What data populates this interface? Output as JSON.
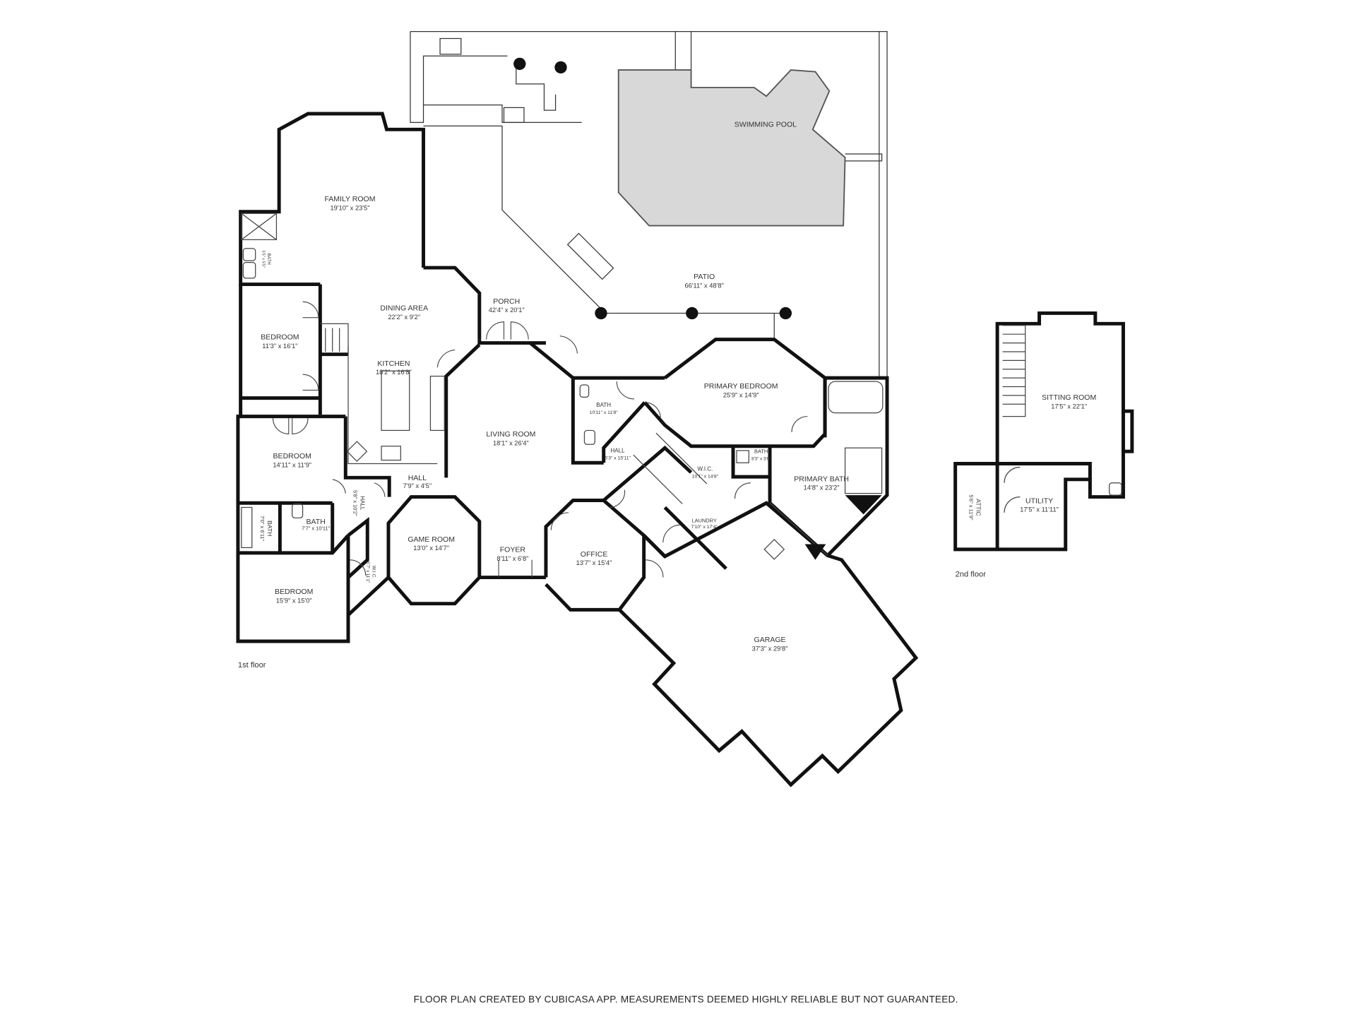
{
  "floors": {
    "first": "1st floor",
    "second": "2nd floor"
  },
  "rooms": {
    "swimming_pool": {
      "name": "SWIMMING POOL"
    },
    "family_room": {
      "name": "FAMILY ROOM",
      "dim": "19'10\" x 23'5\""
    },
    "patio": {
      "name": "PATIO",
      "dim": "66'11\" x 48'8\""
    },
    "porch": {
      "name": "PORCH",
      "dim": "42'4\" x 20'1\""
    },
    "dining_area": {
      "name": "DINING AREA",
      "dim": "22'2\" x 9'2\""
    },
    "kitchen": {
      "name": "KITCHEN",
      "dim": "18'2\" x 16'8\""
    },
    "bedroom_1": {
      "name": "BEDROOM",
      "dim": "11'3\" x 16'1\""
    },
    "bedroom_2": {
      "name": "BEDROOM",
      "dim": "14'11\" x 11'9\""
    },
    "bedroom_3": {
      "name": "BEDROOM",
      "dim": "15'9\" x 15'0\""
    },
    "bath_left": {
      "name": "BATH",
      "dim": "7'0\" x 6'11\""
    },
    "bath_mid": {
      "name": "BATH",
      "dim": "7'7\" x 10'11\""
    },
    "bath_top": {
      "name": "BATH",
      "dim": "5'5\" x 5'5\""
    },
    "hall_small": {
      "name": "HALL",
      "dim": "7'9\" x 4'5\""
    },
    "hall_vertical": {
      "name": "HALL",
      "dim": "5'8\" x 10'2\""
    },
    "wic_left": {
      "name": "W.I.C.",
      "dim": "5'7\" x 11'1\""
    },
    "game_room": {
      "name": "GAME ROOM",
      "dim": "13'0\" x 14'7\""
    },
    "living_room": {
      "name": "LIVING ROOM",
      "dim": "18'1\" x 26'4\""
    },
    "foyer": {
      "name": "FOYER",
      "dim": "8'11\" x 6'8\""
    },
    "office": {
      "name": "OFFICE",
      "dim": "13'7\" x 15'4\""
    },
    "bath_center": {
      "name": "BATH",
      "dim": "10'11\" x 11'8\""
    },
    "hall_center": {
      "name": "HALL",
      "dim": "6'3\" x 15'11\""
    },
    "primary_bedroom": {
      "name": "PRIMARY BEDROOM",
      "dim": "25'9\" x 14'9\""
    },
    "wic_primary": {
      "name": "W.I.C.",
      "dim": "10'1\" x 14'8\""
    },
    "bath_small": {
      "name": "BATH",
      "dim": "8'3\" x 3'6\""
    },
    "primary_bath": {
      "name": "PRIMARY BATH",
      "dim": "14'8\" x 23'2\""
    },
    "laundry": {
      "name": "LAUNDRY",
      "dim": "7'10\" x 17'4\""
    },
    "garage": {
      "name": "GARAGE",
      "dim": "37'3\" x 29'8\""
    },
    "sitting_room": {
      "name": "SITTING ROOM",
      "dim": "17'5\" x 22'1\""
    },
    "utility": {
      "name": "UTILITY",
      "dim": "17'5\" x 11'11\""
    },
    "attic": {
      "name": "ATTIC",
      "dim": "5'6\" x 11'9\""
    }
  },
  "footer": "FLOOR PLAN CREATED BY CUBICASA APP. MEASUREMENTS DEEMED HIGHLY RELIABLE BUT NOT GUARANTEED."
}
